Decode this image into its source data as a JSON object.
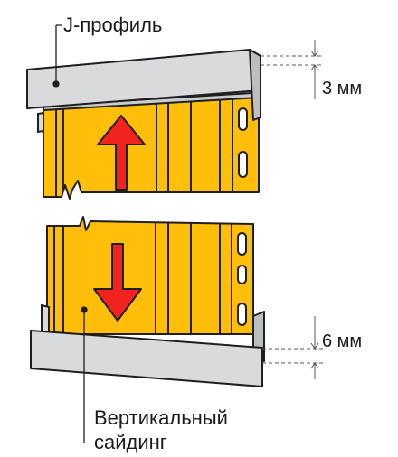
{
  "labels": {
    "j_profile": "J-профиль",
    "siding_line1": "Вертикальный",
    "siding_line2": "сайдинг"
  },
  "dimensions": {
    "top_gap": "3 мм",
    "bottom_gap": "6 мм"
  },
  "colors": {
    "siding_fill": "#FFBE0A",
    "profile_fill": "#D9DADB",
    "outline": "#1F1F1F",
    "arrow": "#F2231F",
    "dim_line": "#555555"
  },
  "arrows": {
    "upper": "arrow-up",
    "lower": "arrow-down"
  }
}
